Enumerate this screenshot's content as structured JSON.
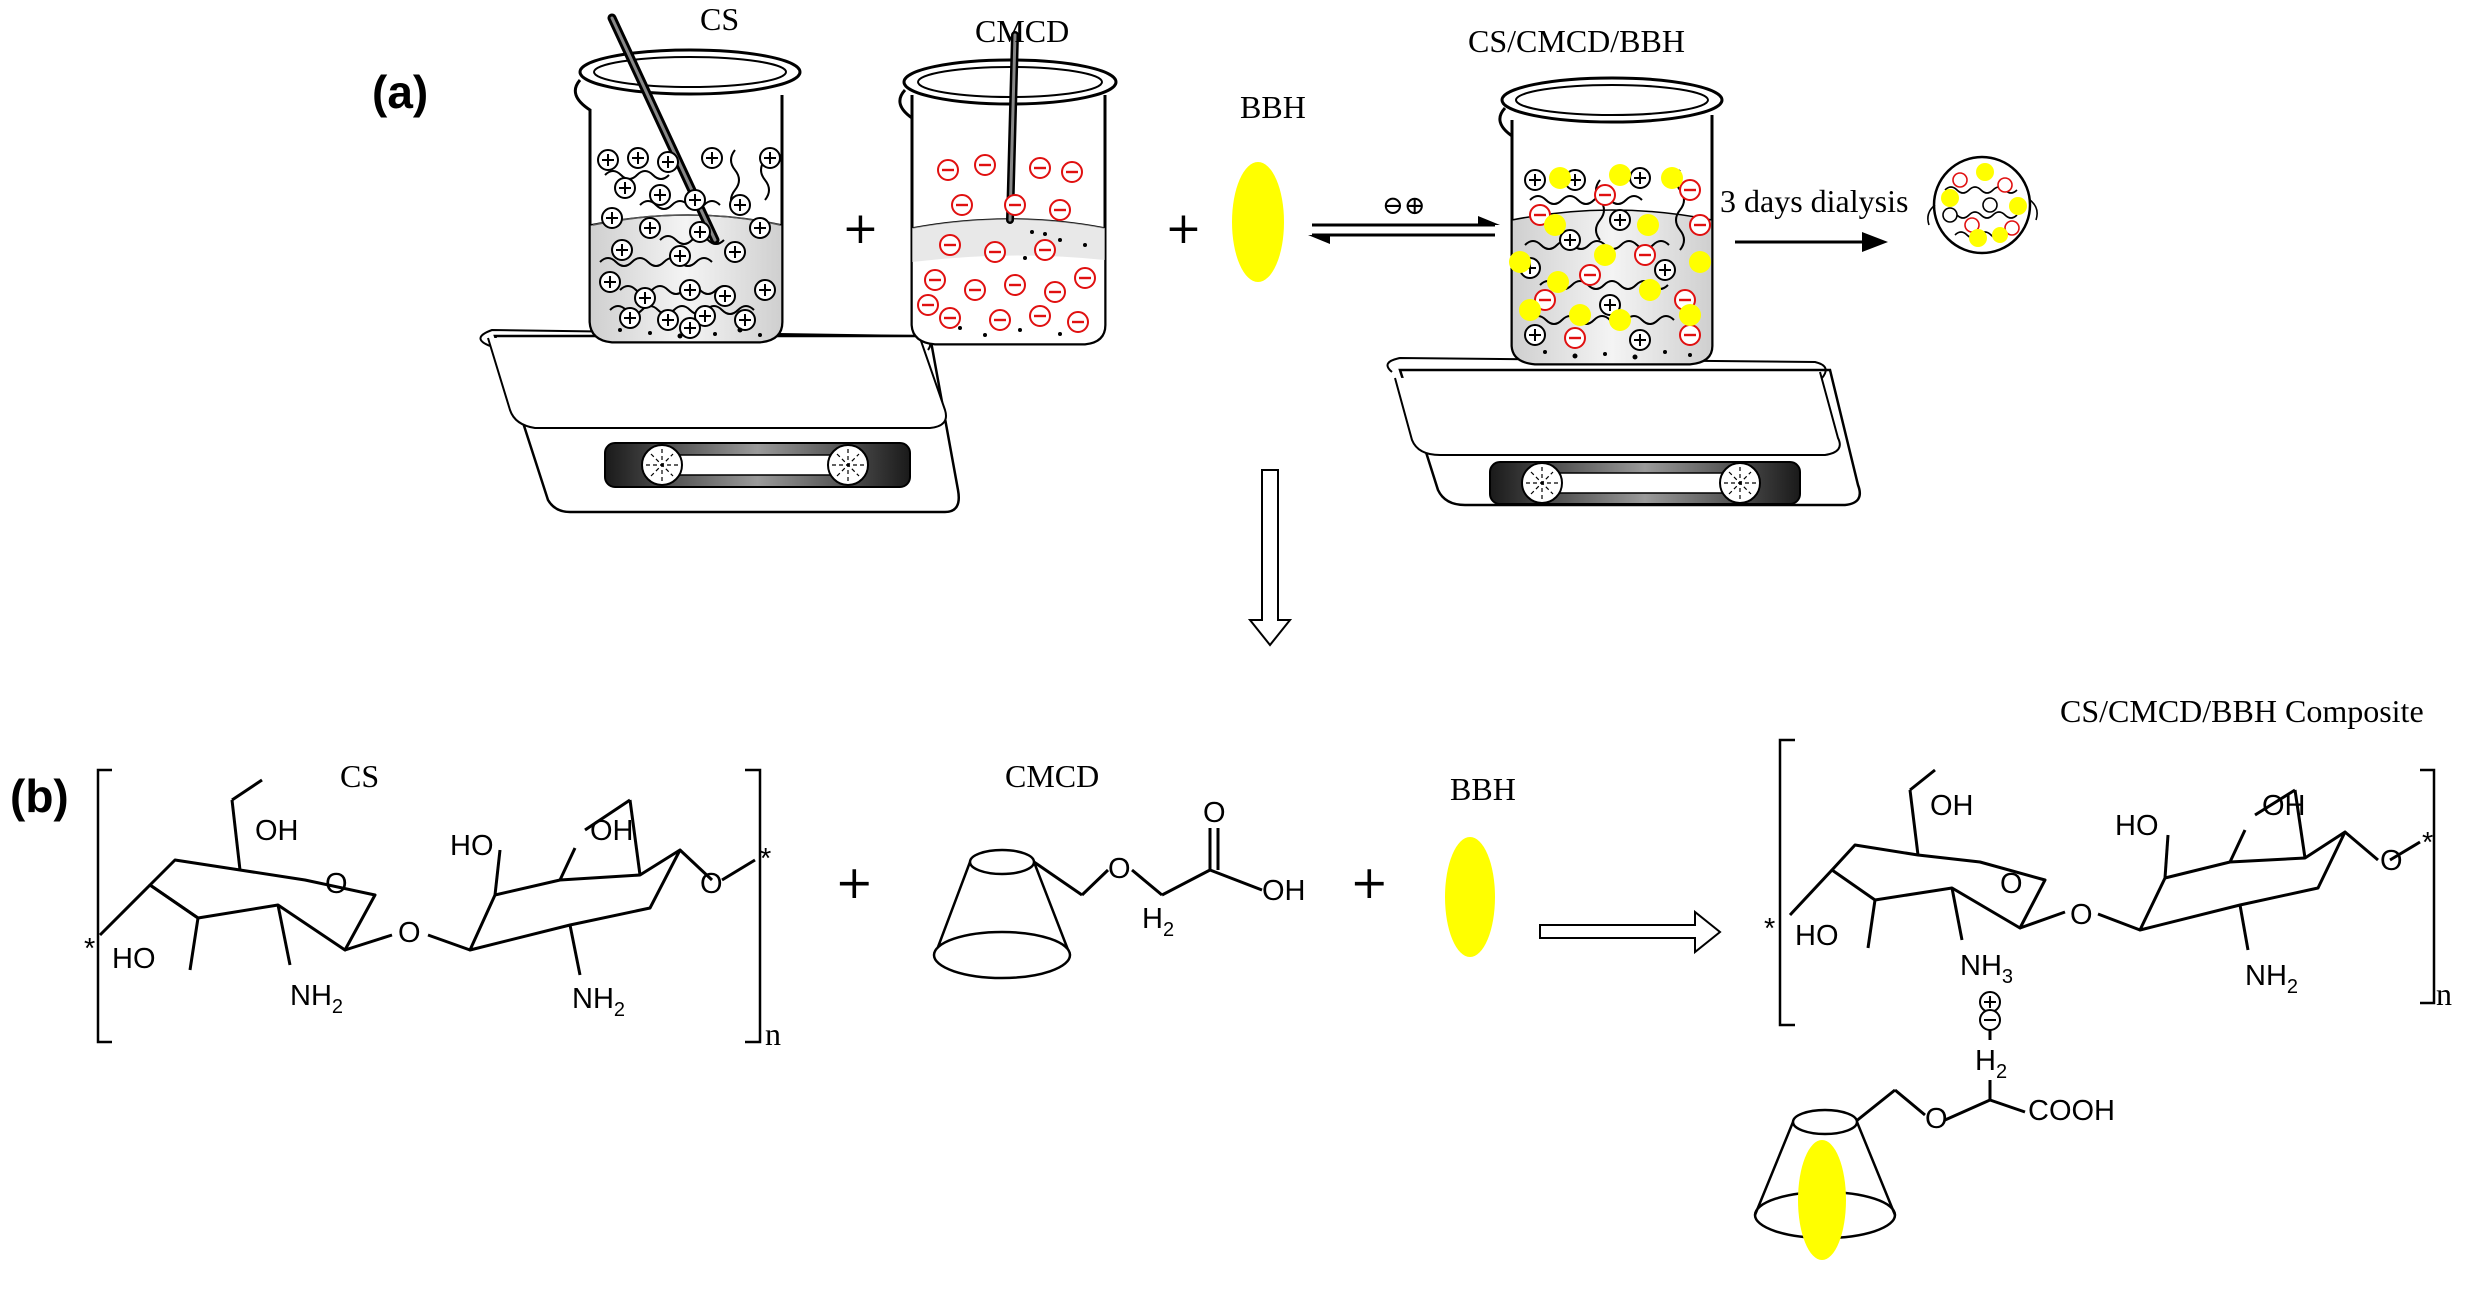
{
  "panel_a": {
    "label": "(a)",
    "cs_label": "CS",
    "cmcd_label": "CMCD",
    "bbh_label": "BBH",
    "mix_label": "CS/CMCD/BBH",
    "plus": "+",
    "charges": "⊖⊕",
    "dialysis_label": "3 days dialysis",
    "plus_sign": "+",
    "minus_sign": "−"
  },
  "panel_b": {
    "label": "(b)",
    "cs_label": "CS",
    "cmcd_label": "CMCD",
    "bbh_label": "BBH",
    "composite_label": "CS/CMCD/BBH Composite",
    "plus": "+",
    "oh": "OH",
    "ho": "HO",
    "nh": "NH",
    "sub2": "2",
    "sub3": "3",
    "o": "O",
    "star": "*",
    "n": "n",
    "h": "H",
    "cooh": "COOH",
    "plus_charge": "+",
    "minus_charge": "−"
  },
  "colors": {
    "bbh_yellow": "#ffff00",
    "anion_red": "#e01010",
    "ink": "#000000"
  }
}
